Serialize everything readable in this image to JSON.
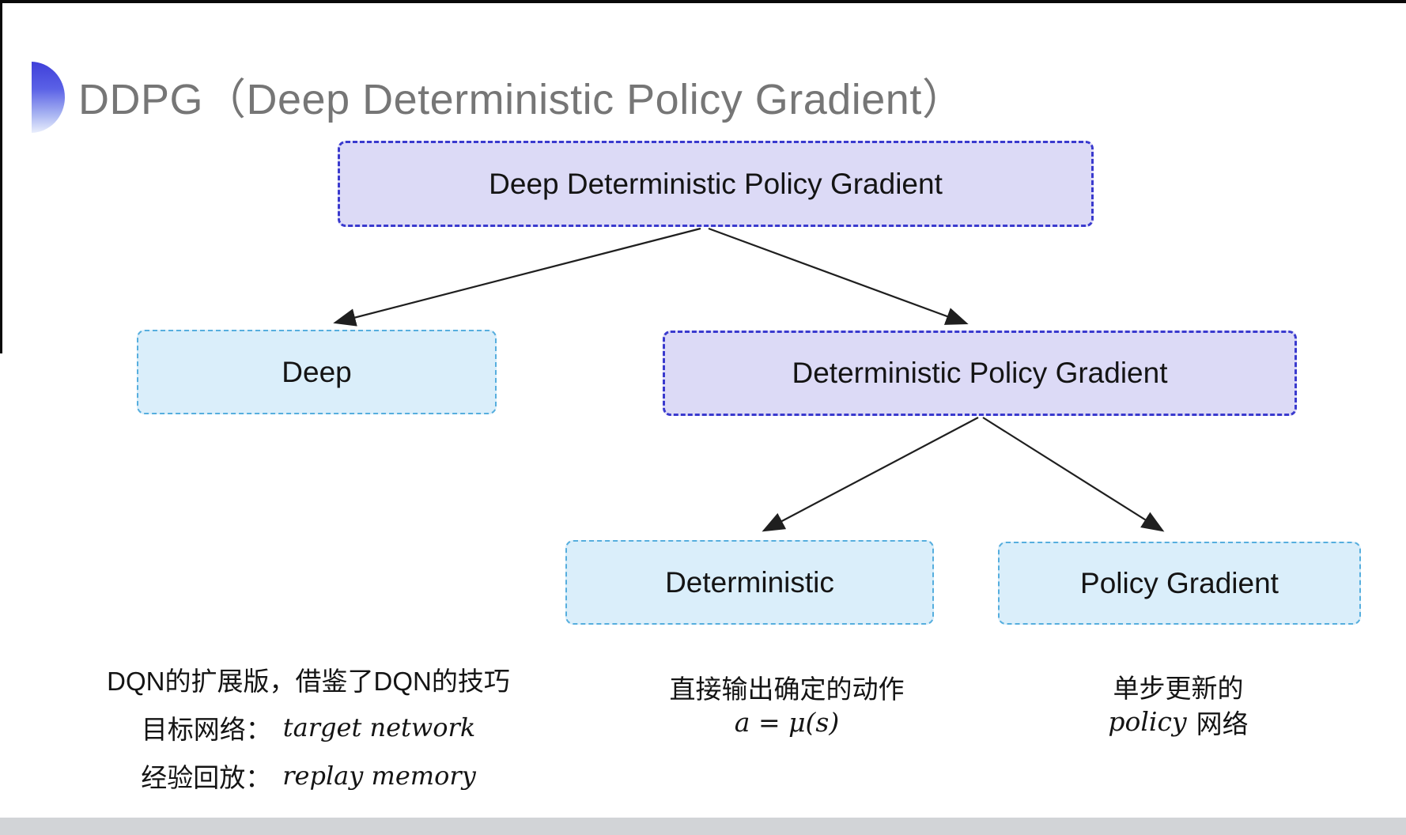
{
  "slide": {
    "title": "DDPG（Deep Deterministic Policy Gradient）"
  },
  "diagram": {
    "nodes": {
      "root": {
        "label": "Deep Deterministic Policy Gradient",
        "style": "purple"
      },
      "deep": {
        "label": "Deep",
        "style": "cyan"
      },
      "dpg": {
        "label": "Deterministic Policy Gradient",
        "style": "purple"
      },
      "deterministic": {
        "label": "Deterministic",
        "style": "cyan"
      },
      "policy_gradient": {
        "label": "Policy Gradient",
        "style": "cyan"
      }
    },
    "edges": [
      {
        "from": "root",
        "to": "deep"
      },
      {
        "from": "root",
        "to": "dpg"
      },
      {
        "from": "dpg",
        "to": "deterministic"
      },
      {
        "from": "dpg",
        "to": "policy_gradient"
      }
    ]
  },
  "notes": {
    "deep": {
      "line1": "DQN的扩展版，借鉴了DQN的技巧",
      "line2_label": "目标网络：",
      "line2_term": "target network",
      "line3_label": "经验回放：",
      "line3_term": "replay memory"
    },
    "deterministic": {
      "line1": "直接输出确定的动作",
      "formula": "a = μ(s)"
    },
    "policy_gradient": {
      "line1": "单步更新的",
      "term": "policy",
      "suffix": "网络"
    }
  },
  "icons": {
    "title_bullet": "blue-gradient-semicircle"
  },
  "colors": {
    "purple_fill": "#dcdaf6",
    "purple_border": "#3a3ace",
    "cyan_fill": "#daeefa",
    "cyan_border": "#56aede",
    "arrow": "#1f1f1f",
    "title_text": "#767676",
    "node_text": "#141414",
    "bullet_gradient_top": "#3f3fd9",
    "bullet_gradient_bottom": "#e9eefc",
    "frame_edge": "#0a0a0a",
    "bottom_strip": "#d2d4d7"
  }
}
